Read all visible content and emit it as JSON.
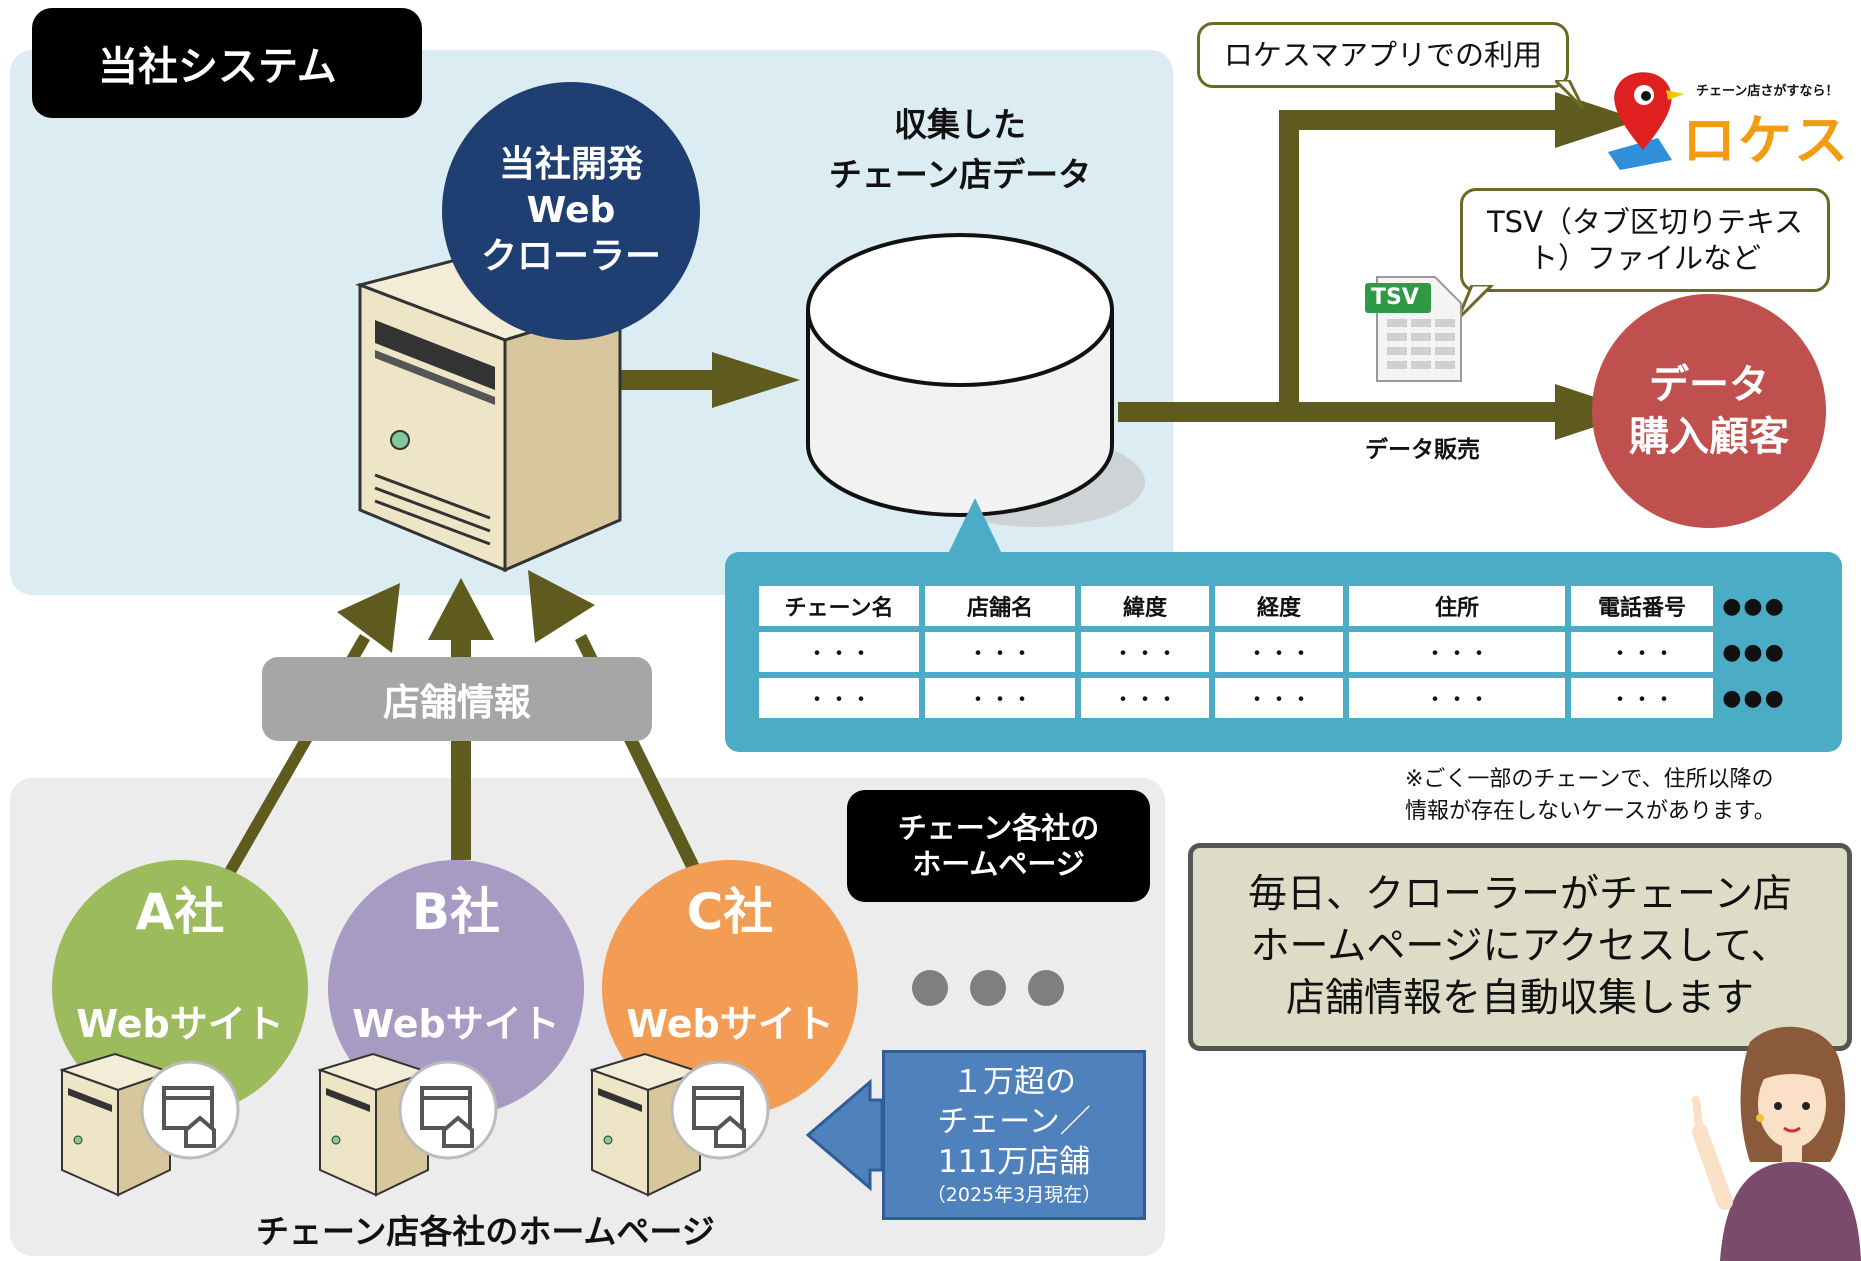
{
  "system": {
    "title": "当社システム",
    "crawler": "当社開発\nWeb\nクローラー",
    "collected_label": "収集した\nチェーン店データ"
  },
  "outputs": {
    "app_callout": "ロケスマアプリでの利用",
    "logo_tagline": "チェーン店さがすなら！",
    "logo_name": "ロケスマ",
    "tsv_callout": "TSV（タブ区切りテキス\nト）ファイルなど",
    "tsv_icon_label": "TSV",
    "buyer": "データ\n購入顧客",
    "sale_label": "データ販売"
  },
  "table": {
    "headers": [
      "チェーン名",
      "店舗名",
      "緯度",
      "経度",
      "住所",
      "電話番号"
    ],
    "rows": [
      [
        "・・・",
        "・・・",
        "・・・",
        "・・・",
        "・・・",
        "・・・"
      ],
      [
        "・・・",
        "・・・",
        "・・・",
        "・・・",
        "・・・",
        "・・・"
      ]
    ],
    "more": "●●●"
  },
  "note": "※ごく一部のチェーンで、住所以降の\n情報が存在しないケースがあります。",
  "message": "毎日、クローラーがチェーン店\nホームページにアクセスして、\n店舗情報を自動収集します",
  "store_info_label": "店舗情報",
  "homepages": {
    "label": "チェーン各社の\nホームページ",
    "companies": [
      {
        "name": "A社",
        "site": "Webサイト"
      },
      {
        "name": "B社",
        "site": "Webサイト"
      },
      {
        "name": "C社",
        "site": "Webサイト"
      }
    ],
    "count_line1": "１万超の",
    "count_line2": "チェーン／",
    "count_line3": "111万店舗",
    "count_date": "（2025年3月現在）",
    "footer": "チェーン店各社のホームページ"
  },
  "colors": {
    "arrow": "#5f5a1e",
    "crawler_circle": "#1f3f73",
    "company_a": "#9cbb5c",
    "company_b": "#a89bc3",
    "company_c": "#f39c54",
    "buyer_circle": "#c0504d",
    "table_panel": "#4bacc6",
    "count_box": "#4f81bd",
    "logo": "#f39c12"
  }
}
